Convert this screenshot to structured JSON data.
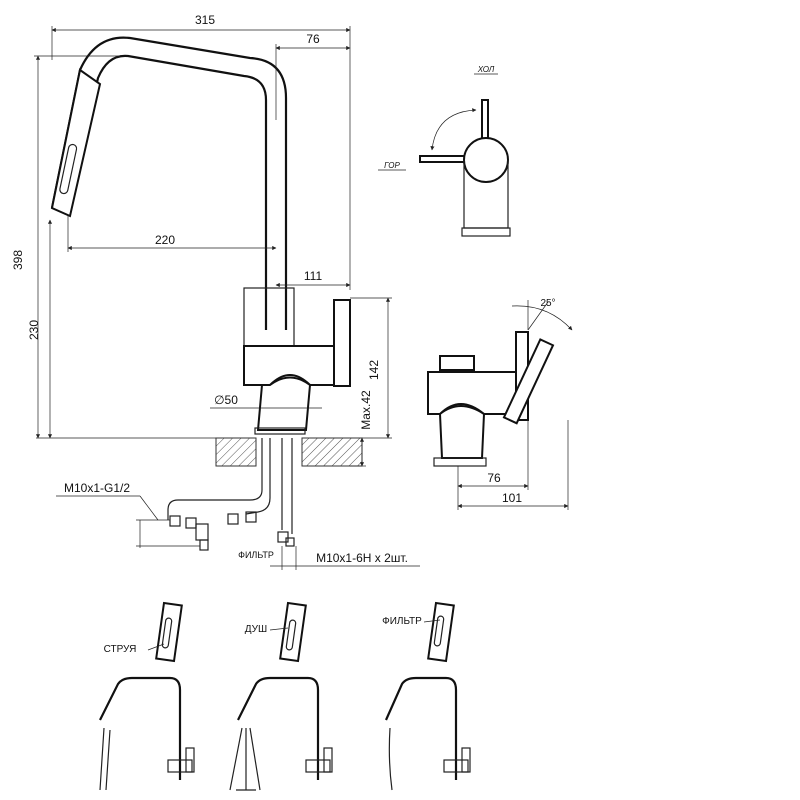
{
  "dimensions": {
    "total_width": "315",
    "spout_offset": "76",
    "total_height": "398",
    "reach": "220",
    "handle_width": "111",
    "spout_height": "230",
    "body_height": "142",
    "diameter": "∅50",
    "max_counter": "Max.42",
    "side_width_76": "76",
    "side_width_101": "101",
    "angle": "25°"
  },
  "connections": {
    "inlet_thread": "M10x1-G1/2",
    "outlet_thread": "M10x1-6H x 2шт.",
    "filter_label": "ФИЛЬТР"
  },
  "handle_labels": {
    "cold": "ХОЛ",
    "hot": "ГОР"
  },
  "modes": [
    {
      "label": "СТРУЯ"
    },
    {
      "label": "ДУШ"
    },
    {
      "label": "ФИЛЬТР"
    }
  ]
}
